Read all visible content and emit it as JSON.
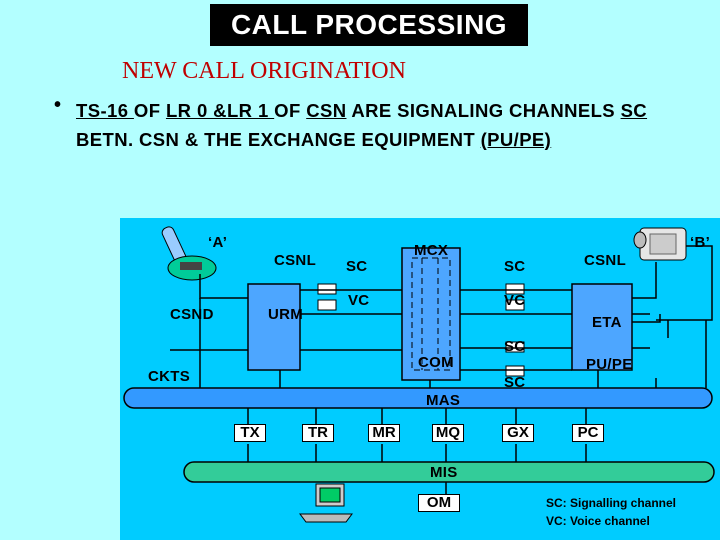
{
  "header": {
    "title": "CALL PROCESSING",
    "subtitle": "NEW CALL ORIGINATION"
  },
  "bullet": {
    "ts16": "TS-16 ",
    "of1": "OF ",
    "lr": "LR 0 &LR 1 ",
    "of2": "OF ",
    "csn": "CSN",
    "rest1": "  ARE SIGNALING CHANNELS  ",
    "sc": "SC",
    "rest2": " BETN. CSN & THE EXCHANGE EQUIPMENT ",
    "pupe": "(PU/PE)"
  },
  "diagram": {
    "phone_a": "‘A’",
    "phone_b": "‘B’",
    "csnl_left": "CSNL",
    "csnd": "CSND",
    "urm": "URM",
    "sc_left": "SC",
    "vc_left": "VC",
    "mcx": "MCX",
    "com": "COM",
    "sc_right1": "SC",
    "vc_right": "VC",
    "sc_right2": "SC",
    "sc_right3": "SC",
    "csnl_right": "CSNL",
    "eta": "ETA",
    "pupe": "PU/PE",
    "ckts": "CKTS",
    "mas": "MAS",
    "tx": "TX",
    "tr": "TR",
    "mr": "MR",
    "mq": "MQ",
    "gx": "GX",
    "pc": "PC",
    "mis": "MIS",
    "om": "OM"
  },
  "legend": {
    "sc": "SC: Signalling  channel",
    "vc": "VC: Voice channel"
  },
  "colors": {
    "background": "#b3ffff",
    "diagram_bg": "#00ccff",
    "box_fill": "#4da6ff",
    "bus_fill": "#3399ff",
    "bus_fill2": "#33cc99",
    "subtitle": "#c00000"
  }
}
